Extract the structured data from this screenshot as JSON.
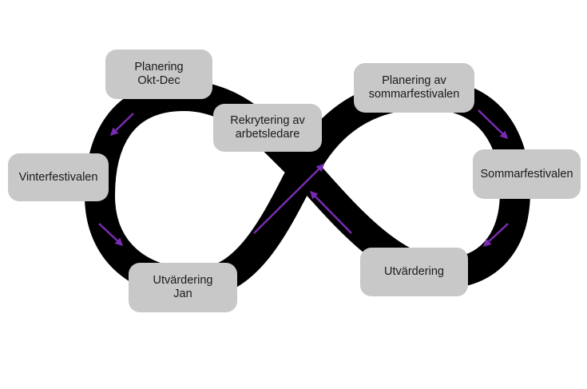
{
  "colors": {
    "loop": "#000000",
    "arrow": "#7a2bb3",
    "node_fill": "#c8c8c8",
    "text": "#1a1a1a"
  },
  "nodes": {
    "planering_okt_dec": [
      "Planering",
      "Okt-Dec"
    ],
    "vinterfestivalen": [
      "Vinterfestivalen"
    ],
    "utvardering_jan": [
      "Utvärdering",
      "Jan"
    ],
    "rekrytering": [
      "Rekrytering av",
      "arbetsledare"
    ],
    "planering_sommar": [
      "Planering av",
      "sommarfestivalen"
    ],
    "sommarfestivalen": [
      "Sommarfestivalen"
    ],
    "utvardering": [
      "Utvärdering"
    ]
  }
}
